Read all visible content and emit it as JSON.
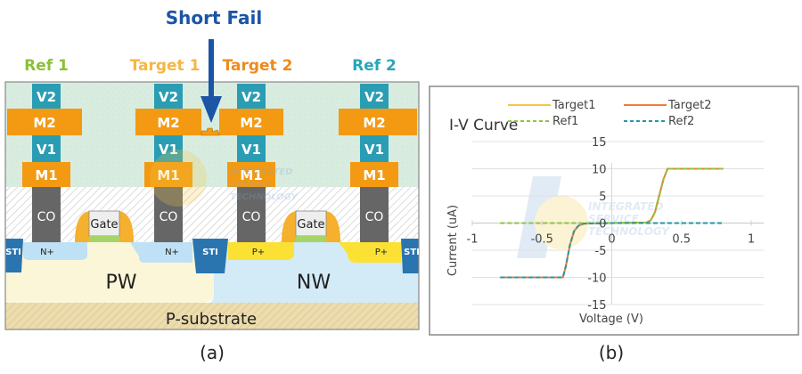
{
  "panel_a": {
    "title_annotation": "Short Fail",
    "caption": "(a)",
    "column_labels": [
      {
        "text": "Ref 1",
        "color": "#8cbf3a"
      },
      {
        "text": "Target 1",
        "color": "#f5b642"
      },
      {
        "text": "Target 2",
        "color": "#ee8a1c"
      },
      {
        "text": "Ref 2",
        "color": "#2aa6b8"
      }
    ],
    "layers": {
      "via2": "V2",
      "metal2": "M2",
      "via1": "V1",
      "metal1": "M1",
      "contact": "CO",
      "gate": "Gate",
      "sti": "STI",
      "n_plus": "N+",
      "p_plus": "P+",
      "p_well": "PW",
      "n_well": "NW",
      "substrate": "P-substrate"
    },
    "colors": {
      "metal": "#f39a12",
      "via": "#2a9db4",
      "contact": "#666666",
      "dielectric": "#d9ece0",
      "arrow": "#1b55a6",
      "sti": "#2a74b0",
      "n_plus": "#bfe1f5",
      "p_plus": "#fbe134",
      "p_well": "#fcf6d8",
      "n_well": "#d3eaf7",
      "substrate": "#e8d7a6",
      "gate_body": "#eeeeee",
      "gate_oxide": "#a6d46a",
      "spacer": "#f5b02d"
    },
    "watermark": [
      "INTEGRATED",
      "SERVICE",
      "TECHNOLOGY"
    ]
  },
  "panel_b": {
    "caption": "(b)",
    "chart_data": {
      "type": "line",
      "title": "I-V Curve",
      "xlabel": "Voltage (V)",
      "ylabel": "Current (uA)",
      "xlim": [
        -1,
        1
      ],
      "ylim": [
        -15,
        15
      ],
      "xticks": [
        "-1",
        "-0.5",
        "0",
        "0.5",
        "1"
      ],
      "yticks": [
        "15",
        "10",
        "5",
        "0",
        "-5",
        "-10",
        "-15"
      ],
      "grid": true,
      "legend_position": "top-right",
      "series": [
        {
          "name": "Target1",
          "color": "#f5c842",
          "dash": false,
          "x": [
            -0.8,
            -0.35,
            -0.33,
            -0.3,
            -0.27,
            -0.24,
            -0.2,
            0.0,
            0.25,
            0.28,
            0.31,
            0.34,
            0.37,
            0.4,
            0.8
          ],
          "y": [
            -10,
            -10,
            -8,
            -4,
            -1.5,
            -0.5,
            -0.1,
            0,
            0.1,
            0.5,
            2,
            5,
            8,
            10,
            10
          ]
        },
        {
          "name": "Target2",
          "color": "#ee7d3a",
          "dash": false,
          "x": [
            -0.8,
            -0.35,
            -0.33,
            -0.3,
            -0.27,
            -0.24,
            -0.2,
            0.0,
            0.25,
            0.28,
            0.31,
            0.34,
            0.37,
            0.4,
            0.8
          ],
          "y": [
            -10,
            -10,
            -8,
            -4,
            -1.5,
            -0.5,
            -0.1,
            0,
            0.1,
            0.5,
            2,
            5,
            8,
            10,
            10
          ]
        },
        {
          "name": "Ref1",
          "color": "#8cc63f",
          "dash": true,
          "x": [
            -0.8,
            0.0,
            0.25,
            0.28,
            0.31,
            0.34,
            0.37,
            0.4,
            0.8
          ],
          "y": [
            0,
            0,
            0.1,
            0.5,
            2,
            5,
            8,
            10,
            10
          ]
        },
        {
          "name": "Ref2",
          "color": "#1e9aa8",
          "dash": true,
          "x": [
            -0.8,
            -0.35,
            -0.33,
            -0.3,
            -0.27,
            -0.24,
            -0.2,
            0.0,
            0.8
          ],
          "y": [
            -10,
            -10,
            -8,
            -4,
            -1.5,
            -0.5,
            -0.1,
            0,
            0
          ]
        }
      ]
    },
    "watermark": [
      "INTEGRATED",
      "SERVICE",
      "TECHNOLOGY"
    ]
  }
}
